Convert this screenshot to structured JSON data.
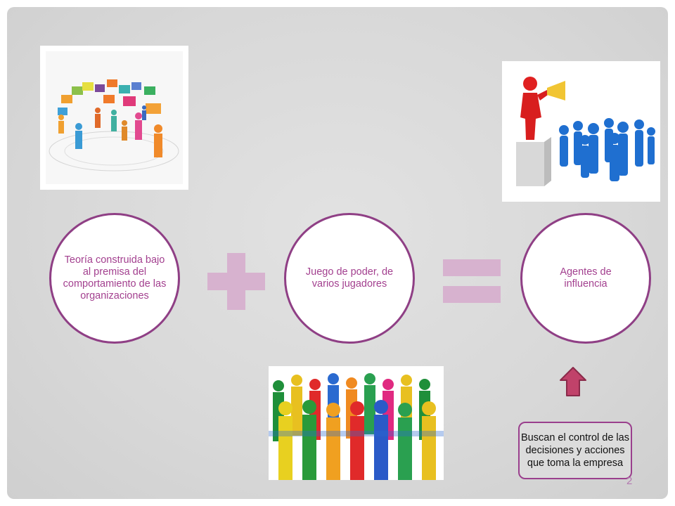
{
  "diagram": {
    "circle_left": "Teoría construida bajo al premisa del comportamiento de las organizaciones",
    "circle_middle": "Juego de poder, de varios jugadores",
    "circle_right": "Agentes de influencia",
    "operator_plus": "plus-sign",
    "operator_equals": "equals-sign"
  },
  "callout": {
    "text": "Buscan el control de las decisiones y acciones que toma la empresa"
  },
  "page_number": "2",
  "images": {
    "top_left": "people-speech-bubbles-network",
    "top_right": "speaker-with-megaphone-crowd",
    "bottom_center": "colorful-people-holding-hands"
  },
  "colors": {
    "circle_border": "#8f3f85",
    "circle_text": "#a3408f",
    "operator": "#d7b2cf",
    "arrow": "#b83d63"
  }
}
